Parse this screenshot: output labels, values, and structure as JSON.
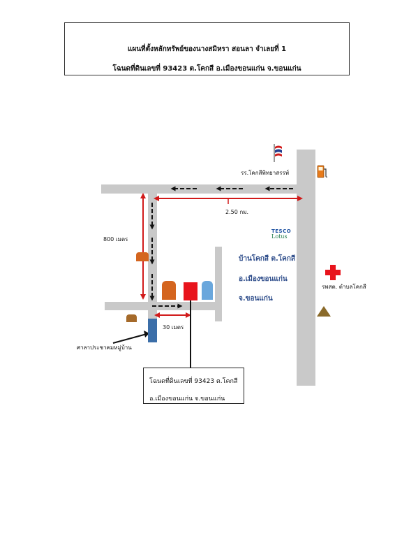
{
  "title": {
    "line1": "แผนที่ตั้งหลักทรัพย์ของนางสมิหรา สอนลา จำเลยที่ 1",
    "line2": "โฉนดที่ดินเลขที่ 93423 ต.โคกสี อ.เมืองขอนแก่น จ.ขอนแก่น"
  },
  "map": {
    "school_label": "รร.โคกสีพิทยาสรรพ์",
    "distance_top": "2.50 กม.",
    "distance_left": "800 เมตร",
    "distance_bottom": "30 เมตร",
    "tesco_line1": "TESCO",
    "tesco_line2": "Lotus",
    "area_line1": "บ้านโคกสี ต.โคกสี",
    "area_line2": "อ.เมืองขอนแก่น",
    "area_line3": "จ.ขอนแก่น",
    "hospital_label": "รพสต. ตำบลโคกสี",
    "hall_label": "ศาลาประชาคมหมู่บ้าน"
  },
  "info_box": {
    "line1": "โฉนดที่ดินเลขที่ 93423 ต.โคกสี",
    "line2": "อ.เมืองขอนแก่น จ.ขอนแก่น"
  },
  "colors": {
    "road": "#c9c9c9",
    "distance_arrow": "#d11a1a",
    "target_plot": "#e8141c",
    "neighbor_orange": "#d4651f",
    "neighbor_blue": "#6aa7dc",
    "hall_blue": "#3b6ea8",
    "label_blue": "#2d4c8a"
  }
}
